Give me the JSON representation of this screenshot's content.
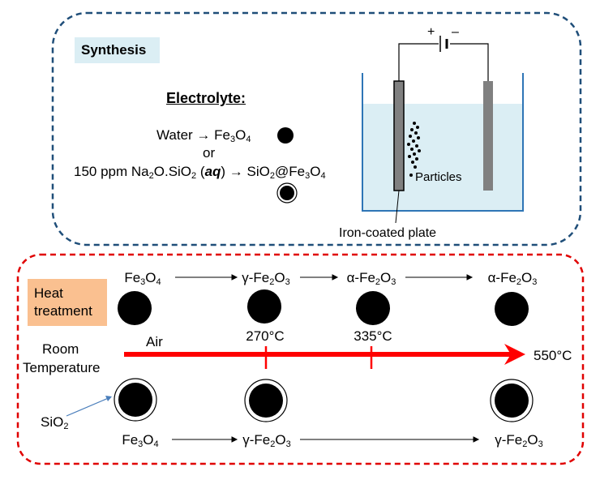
{
  "synthesis": {
    "label": "Synthesis",
    "electrolyte_heading": "Electrolyte:",
    "line1_prefix": "Water → Fe",
    "line1_sub1": "3",
    "line1_mid": "O",
    "line1_sub2": "4",
    "or_text": "or",
    "line2_a": "150 ppm Na",
    "line2_sub1": "2",
    "line2_b": "O.SiO",
    "line2_sub2": "2",
    "line2_c": " (",
    "line2_aq": "aq",
    "line2_d": ") → SiO",
    "line2_sub3": "2",
    "line2_e": "@Fe",
    "line2_sub4": "3",
    "line2_f": "O",
    "line2_sub5": "4",
    "battery_plus": "+",
    "battery_minus": "–",
    "particles_label": "Particles",
    "plate_label": "Iron-coated plate"
  },
  "heat": {
    "label": "Heat treatment",
    "room_temp_line1": "Room",
    "room_temp_line2": "Temperature",
    "air_label": "Air",
    "temp_270": "270°C",
    "temp_335": "335°C",
    "temp_550": "550°C",
    "sio2_label_main": "SiO",
    "sio2_label_sub": "2",
    "top_row": [
      {
        "pre": "Fe",
        "s1": "3",
        "mid": "O",
        "s2": "4"
      },
      {
        "pre": "γ-Fe",
        "s1": "2",
        "mid": "O",
        "s2": "3"
      },
      {
        "pre": "α-Fe",
        "s1": "2",
        "mid": "O",
        "s2": "3"
      },
      {
        "pre": "α-Fe",
        "s1": "2",
        "mid": "O",
        "s2": "3"
      }
    ],
    "bottom_row": [
      {
        "pre": "Fe",
        "s1": "3",
        "mid": "O",
        "s2": "4"
      },
      {
        "pre": "γ-Fe",
        "s1": "2",
        "mid": "O",
        "s2": "3"
      },
      {
        "pre": "γ-Fe",
        "s1": "2",
        "mid": "O",
        "s2": "3"
      }
    ]
  },
  "colors": {
    "synthesis_border": "#1f4e79",
    "heat_border": "#e00000",
    "arrow_red": "#ff0000",
    "water": "#dbeef4",
    "beaker": "#2e75b6",
    "electrode": "#808080"
  }
}
